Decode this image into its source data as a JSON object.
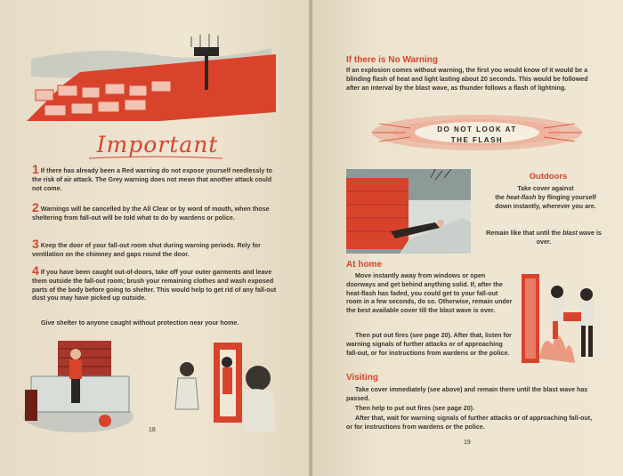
{
  "left_page": {
    "title": "Important",
    "items": [
      {
        "num": "1",
        "text": "If there has already been a Red warning do not expose yourself needlessly to the risk of air attack. The Grey warning does not mean that another attack could not come."
      },
      {
        "num": "2",
        "text": "Warnings will be cancelled by the All Clear or by word of mouth, when those sheltering from fall-out will be told what to do by wardens or police."
      },
      {
        "num": "3",
        "text": "Keep the door of your fall-out room shut during warning periods. Rely for ventilation on the chimney and gaps round the door."
      },
      {
        "num": "4",
        "text": "If you have been caught out-of-doors, take off your outer garments and leave them outside the fall-out room; brush your remaining clothes and wash exposed parts of the body before going to shelter. This would help to get rid of any fall-out dust you may have picked up outside."
      }
    ],
    "closing": "Give shelter to anyone caught without protection near your home.",
    "page_number": "18"
  },
  "right_page": {
    "heading": "If there is No Warning",
    "intro": "If an explosion comes without warning, the first you would know of it would be a blinding flash of heat and light lasting about 20 seconds. This would be followed after an interval by the blast wave, as thunder follows a flash of lightning.",
    "flash_line1": "DO NOT LOOK AT",
    "flash_line2": "THE FLASH",
    "outdoors": {
      "heading": "Outdoors",
      "text1_a": "Take cover against",
      "text1_b": "the",
      "text1_em": "heat-flash",
      "text1_c": "by flinging yourself down instantly, wherever you are.",
      "text2_a": "Remain like that until the",
      "text2_em": "blast wave",
      "text2_b": "is over."
    },
    "at_home": {
      "heading": "At home",
      "text": "Move instantly away from windows or open doorways and get behind anything solid. If, after the heat-flash has faded, you could get to your fall-out room in a few seconds, do so. Otherwise, remain under the best available cover till the blast wave is over.",
      "text2": "Then put out fires (see page 20). After that, listen for warning signals of further attacks or of approaching fall-out, or for instructions from wardens or the police."
    },
    "visiting": {
      "heading": "Visiting",
      "text1": "Take cover immediately (see above) and remain there until the blast wave has passed.",
      "text2": "Then help to put out fires (see page 20).",
      "text3": "After that, wait for warning signals of further attacks or of approaching fall-out, or for instructions from wardens or the police."
    },
    "page_number": "19"
  },
  "colors": {
    "accent": "#d9432c",
    "text": "#3a3530",
    "paper": "#ece3cf",
    "grey": "#7d8a88"
  }
}
